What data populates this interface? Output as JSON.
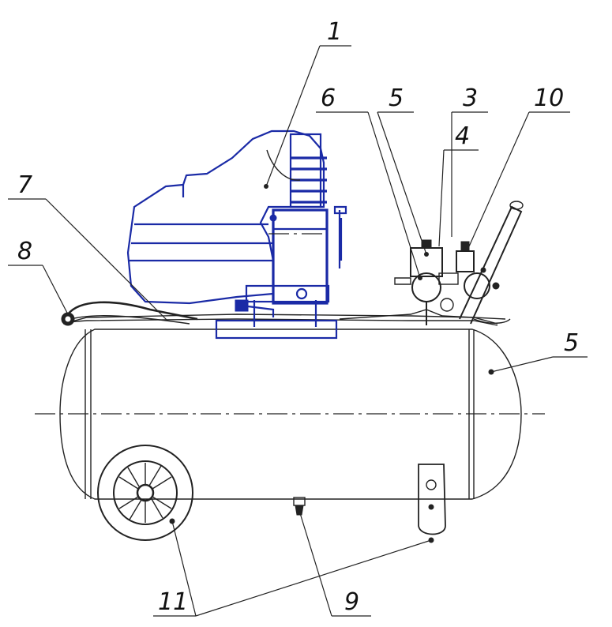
{
  "colors": {
    "line": "#222222",
    "compressor": "#1a2aa6",
    "background": "#ffffff"
  },
  "labels": [
    {
      "id": "c1",
      "text": "1"
    },
    {
      "id": "c6",
      "text": "6"
    },
    {
      "id": "c5a",
      "text": "5"
    },
    {
      "id": "c3",
      "text": "3"
    },
    {
      "id": "c4",
      "text": "4"
    },
    {
      "id": "c10",
      "text": "10"
    },
    {
      "id": "c7",
      "text": "7"
    },
    {
      "id": "c8",
      "text": "8"
    },
    {
      "id": "c5b",
      "text": "5"
    },
    {
      "id": "c11",
      "text": "11"
    },
    {
      "id": "c9",
      "text": "9"
    }
  ]
}
